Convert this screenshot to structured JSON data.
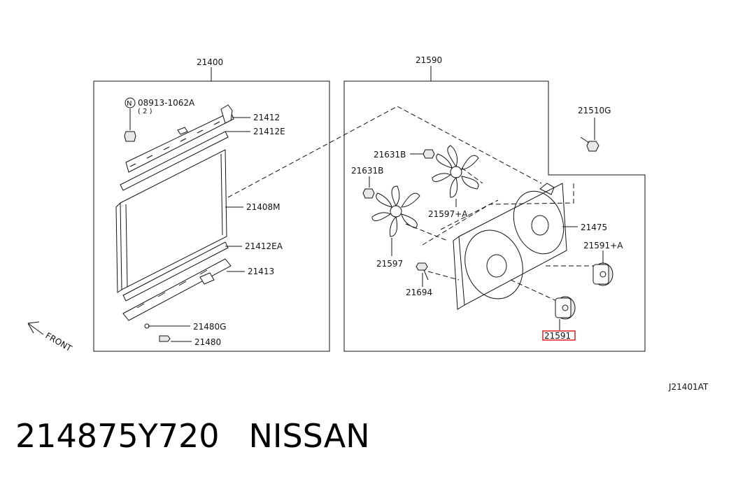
{
  "diagram": {
    "left_group": {
      "label": "21400",
      "parts": {
        "p08913": "08913-1062A",
        "qty": "( 2 )",
        "p21412": "21412",
        "p21412E": "21412E",
        "p21408M": "21408M",
        "p21412EA": "21412EA",
        "p21413": "21413",
        "p21480G": "21480G",
        "p21480": "21480"
      },
      "n_badge": "N",
      "front": "FRONT"
    },
    "right_group": {
      "label": "21590",
      "parts": {
        "p21510G": "21510G",
        "p21631B_a": "21631B",
        "p21631B_b": "21631B",
        "p21597A": "21597+A",
        "p21475": "21475",
        "p21591A": "21591+A",
        "p21597": "21597",
        "p21694": "21694",
        "p21591": "21591"
      },
      "highlight_color": "#e02020"
    },
    "ref_code": "J21401AT"
  },
  "footer": {
    "part_number": "214875Y720",
    "brand": "NISSAN"
  }
}
